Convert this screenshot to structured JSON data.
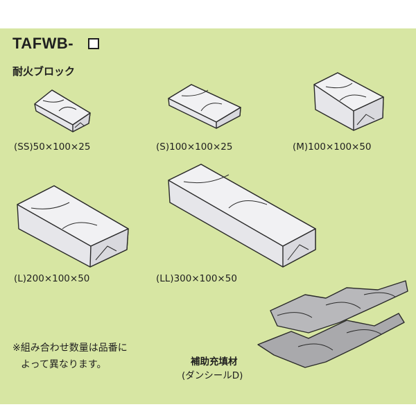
{
  "header": {
    "title": "TAFWB-",
    "subtitle": "耐火ブロック"
  },
  "blocks": [
    {
      "caption": "(SS)50×100×25"
    },
    {
      "caption": "(S)100×100×25"
    },
    {
      "caption": "(M)100×100×50"
    },
    {
      "caption": "(L)200×100×50"
    },
    {
      "caption": "(LL)300×100×50"
    }
  ],
  "note": {
    "line1": "※組み合わせ数量は品番に",
    "line2": "よって異なります。"
  },
  "filler": {
    "name": "補助充填材",
    "subname": "(ダンシールD)"
  },
  "colors": {
    "background": "#d7e6a3",
    "block_fill": "#e6e6ea",
    "block_top": "#f1f1f3",
    "outline": "#2a2a2a",
    "filler_fill": "#a9a9ac"
  }
}
